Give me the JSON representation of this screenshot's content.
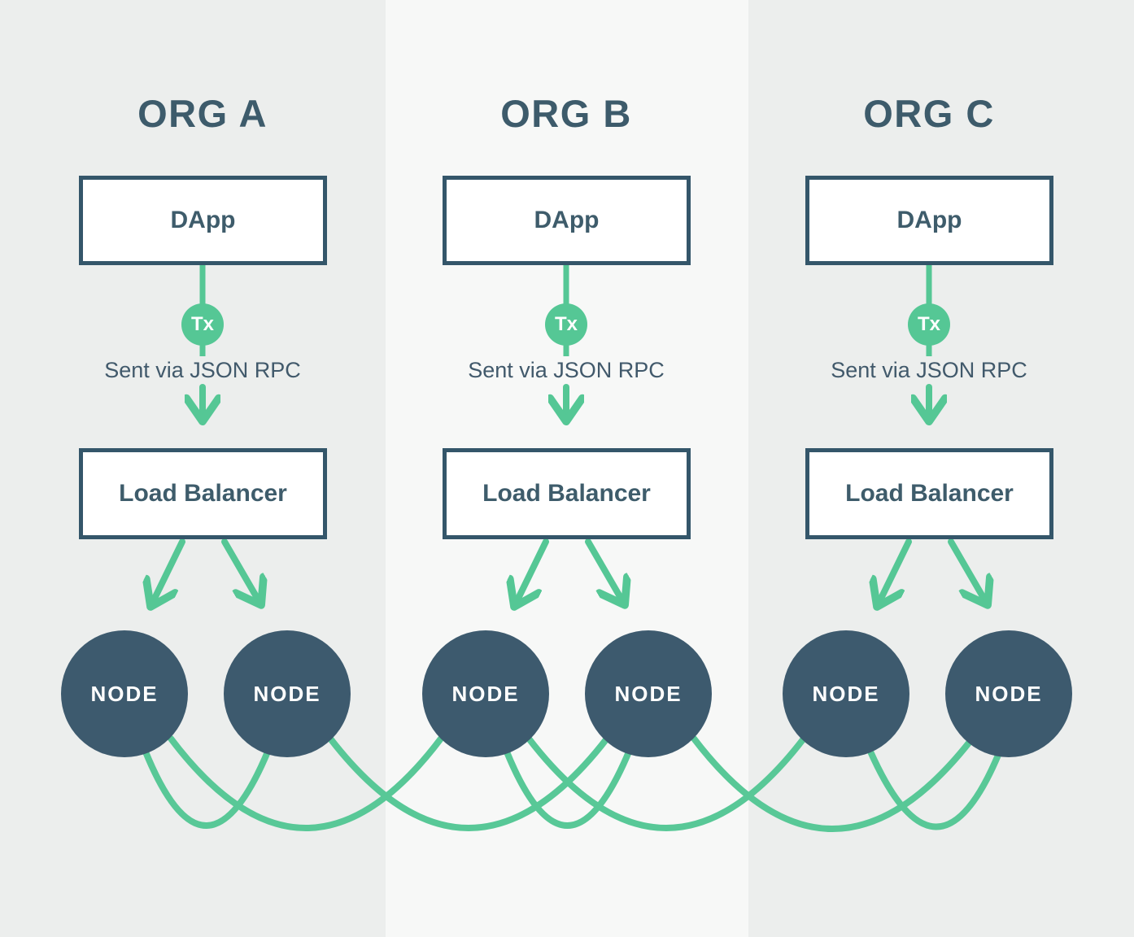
{
  "colors": {
    "dark_slate": "#3d5a6e",
    "box_border": "#34566a",
    "green_accent": "#55c795",
    "column_bg": "#eceeed",
    "column_bg_alt": "#f7f8f7",
    "box_bg": "#ffffff"
  },
  "orgs": [
    {
      "title": "ORG A",
      "dapp_label": "DApp",
      "tx_label": "Tx",
      "rpc_note": "Sent via JSON RPC",
      "load_balancer_label": "Load Balancer",
      "nodes": [
        "NODE",
        "NODE"
      ]
    },
    {
      "title": "ORG B",
      "dapp_label": "DApp",
      "tx_label": "Tx",
      "rpc_note": "Sent via JSON RPC",
      "load_balancer_label": "Load Balancer",
      "nodes": [
        "NODE",
        "NODE"
      ]
    },
    {
      "title": "ORG C",
      "dapp_label": "DApp",
      "tx_label": "Tx",
      "rpc_note": "Sent via JSON RPC",
      "load_balancer_label": "Load Balancer",
      "nodes": [
        "NODE",
        "NODE"
      ]
    }
  ],
  "connections": {
    "per_org_flow": "DApp → Tx (sent via JSON RPC) → Load Balancer → 2 nodes",
    "node_mesh_arcs": [
      [
        1,
        2
      ],
      [
        1,
        3
      ],
      [
        2,
        4
      ],
      [
        3,
        4
      ],
      [
        3,
        5
      ],
      [
        4,
        6
      ],
      [
        5,
        6
      ]
    ]
  }
}
